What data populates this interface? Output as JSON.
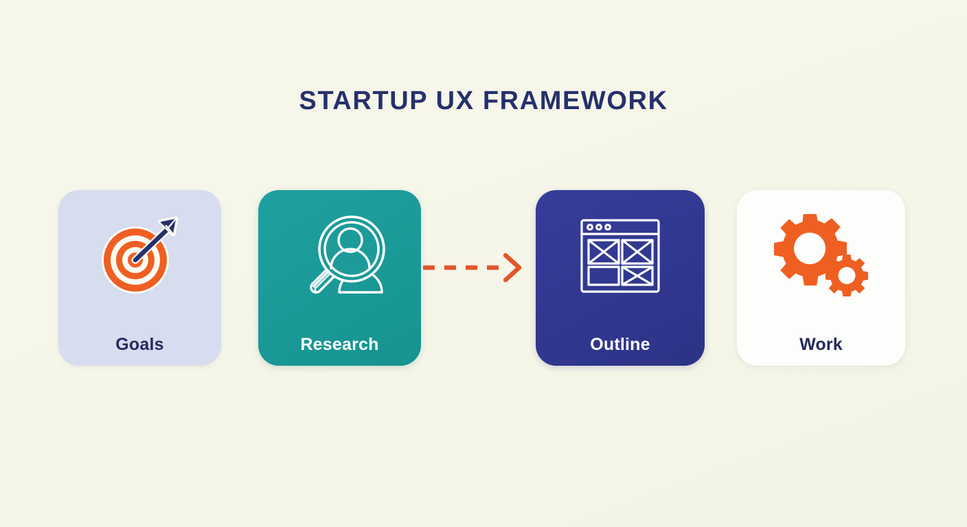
{
  "page": {
    "title": "STARTUP UX FRAMEWORK",
    "background_color": "#f6f6ea"
  },
  "colors": {
    "navy": "#26306b",
    "orange": "#ef5f22",
    "teal": "#1d9b9b",
    "blue": "#30378f",
    "lavender": "#d7dcee",
    "white": "#fdfdfb",
    "arrow": "#e2562a"
  },
  "steps": [
    {
      "label": "Goals",
      "icon": "target-arrow-icon",
      "card_color": "#d7dcee",
      "label_color": "#242a5e"
    },
    {
      "label": "Research",
      "icon": "magnifier-people-icon",
      "card_color": "#1d9b9b",
      "label_color": "#ffffff"
    },
    {
      "label": "Outline",
      "icon": "wireframe-browser-icon",
      "card_color": "#30378f",
      "label_color": "#ffffff"
    },
    {
      "label": "Work",
      "icon": "gears-icon",
      "card_color": "#fdfdfb",
      "label_color": "#242a5e"
    }
  ],
  "connector": {
    "name": "dashed-arrow-right",
    "style": "dashed",
    "color": "#e2562a",
    "from": "Research",
    "to": "Outline"
  }
}
